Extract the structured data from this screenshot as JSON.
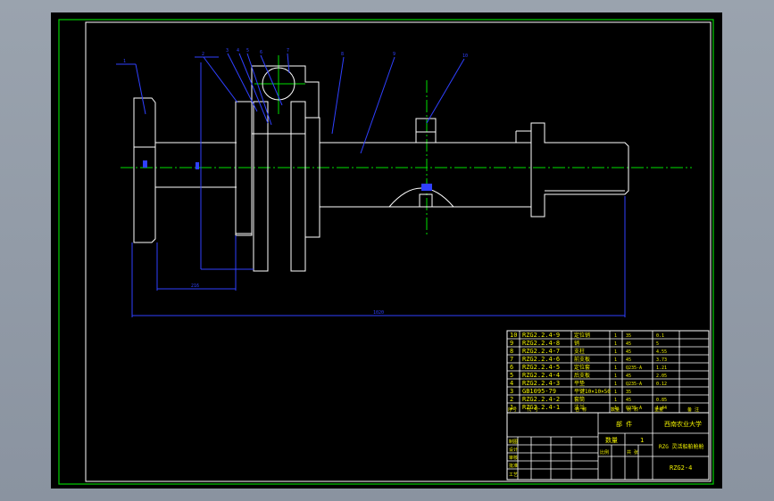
{
  "title_block": {
    "school": "西南农业大学",
    "part_label": "部 件",
    "quantity_label": "数量",
    "quantity_value": "1",
    "part_name": "RZG 灵活船舶舱舱",
    "drawing_number": "RZG2-4",
    "header_seq": "序号",
    "header_part": "代 号",
    "header_name": "名 称",
    "header_qty": "数量",
    "header_material": "材 料",
    "header_weight": "重量",
    "header_note": "备 注",
    "design_label": "设计",
    "check_label": "审核",
    "draw_label": "制图",
    "approve_label": "批准",
    "process_label": "工艺",
    "ratio_label": "比例",
    "sheet_label": "共 张"
  },
  "parts_list": [
    {
      "no": "10",
      "code": "RZG2.2.4-9",
      "name": "定位销",
      "qty": "1",
      "mat": "35",
      "wt": "0.1"
    },
    {
      "no": "9",
      "code": "RZG2.2.4-8",
      "name": "销",
      "qty": "1",
      "mat": "45",
      "wt": "5"
    },
    {
      "no": "8",
      "code": "RZG2.2.4-7",
      "name": "支柱",
      "qty": "1",
      "mat": "45",
      "wt": "4.55"
    },
    {
      "no": "7",
      "code": "RZG2.2.4-6",
      "name": "前支板",
      "qty": "1",
      "mat": "45",
      "wt": "3.73"
    },
    {
      "no": "6",
      "code": "RZG2.2.4-5",
      "name": "定位套",
      "qty": "1",
      "mat": "Q235-A",
      "wt": "1.21"
    },
    {
      "no": "5",
      "code": "RZG2.2.4-4",
      "name": "后支板",
      "qty": "1",
      "mat": "45",
      "wt": "2.05"
    },
    {
      "no": "4",
      "code": "RZG2.2.4-3",
      "name": "平垫",
      "qty": "1",
      "mat": "Q235-A",
      "wt": "0.12"
    },
    {
      "no": "3",
      "code": "GB1095-79",
      "name": "平键10×10×50",
      "qty": "1",
      "mat": "35",
      "wt": ""
    },
    {
      "no": "2",
      "code": "RZG2.2.4-2",
      "name": "套筒",
      "qty": "1",
      "mat": "45",
      "wt": "0.85"
    },
    {
      "no": "1",
      "code": "RZG2.2.4-1",
      "name": "法兰",
      "qty": "1",
      "mat": "Q235-A",
      "wt": "1.44"
    }
  ],
  "balloons": [
    "1",
    "2",
    "3",
    "4",
    "5",
    "6",
    "7",
    "8",
    "9",
    "10"
  ],
  "dimensions": {
    "short": "216",
    "long": "1020"
  },
  "colors": {
    "line": "#ffffff",
    "center": "#00e000",
    "leader": "#2f40ff",
    "frame": "#00d000",
    "table_text": "#f0f000",
    "cyan": "#00e0e0"
  }
}
